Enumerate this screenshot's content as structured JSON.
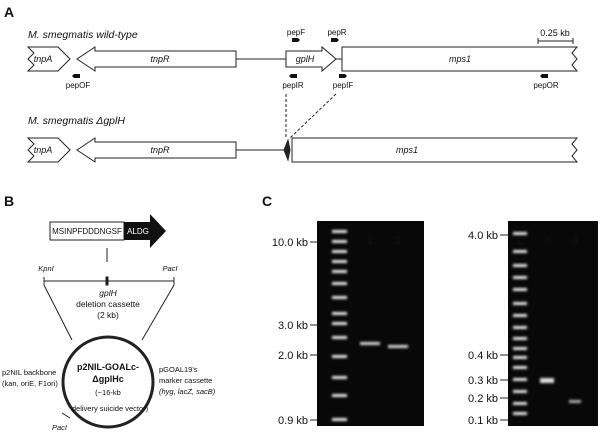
{
  "panel_a": {
    "label": "A",
    "wt_title": "M. smegmatis wild-type",
    "mut_title_prefix": "M. smegmatis Δ",
    "mut_title_gene": "gplH",
    "scale_label": "0.25 kb",
    "genes": {
      "tnpA": "tnpA",
      "tnpR": "tnpR",
      "gplH": "gplH",
      "mps1": "mps1"
    },
    "primers": {
      "pepF": "pepF",
      "pepR": "pepR",
      "pepOF": "pepOF",
      "pepIR": "pepIR",
      "pepIF": "pepIF",
      "pepOR": "pepOR"
    }
  },
  "panel_b": {
    "label": "B",
    "protein_seq": "MSINPFDDDNGSF",
    "protein_seq_end": "ALDG",
    "kpn": "KpnI",
    "pac_top": "PacI",
    "cassette_line1": "gplH",
    "cassette_line2": "deletion cassette",
    "cassette_line3": "(2 kb)",
    "plasmid_name1": "p2NIL-GOALc-",
    "plasmid_name2_prefix": "Δ",
    "plasmid_name2": "gplHc",
    "plasmid_size": "(~16-kb",
    "plasmid_desc": "delivery suicide vector)",
    "left_l1": "p2NIL backbone",
    "left_l2": "(kan, oriE, F1ori)",
    "right_l1": "pGOAL19's",
    "right_l2": "marker cassette",
    "right_l3": "(hyg, lacZ, sacB)",
    "pac_bottom": "PacI"
  },
  "panel_c": {
    "label": "C",
    "gel1": {
      "lanes": [
        "L",
        "1",
        "2"
      ],
      "markers": [
        "10.0 kb",
        "3.0 kb",
        "2.0 kb",
        "0.9 kb"
      ]
    },
    "gel2": {
      "lanes": [
        "L",
        "3",
        "4"
      ],
      "markers": [
        "4.0 kb",
        "0.4 kb",
        "0.3 kb",
        "0.2 kb",
        "0.1 kb"
      ]
    }
  }
}
